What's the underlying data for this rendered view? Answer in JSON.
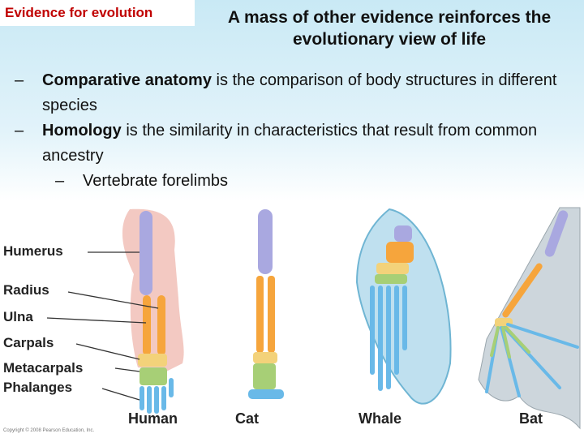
{
  "slide": {
    "tag": "Evidence for evolution",
    "title_line1": "A mass of other evidence reinforces the",
    "title_line2": "evolutionary view of life",
    "bullets": [
      {
        "dash": "–",
        "term": "Comparative anatomy",
        "text": " is the comparison of body structures in different species"
      },
      {
        "dash": "–",
        "term": "Homology",
        "text": " is the similarity in characteristics that result from common ancestry"
      }
    ],
    "subbullet": {
      "dash": "–",
      "text": "Vertebrate forelimbs"
    }
  },
  "figure": {
    "bone_labels": [
      "Humerus",
      "Radius",
      "Ulna",
      "Carpals",
      "Metacarpals",
      "Phalanges"
    ],
    "species": [
      "Human",
      "Cat",
      "Whale",
      "Bat"
    ],
    "copyright": "Copyright © 2008 Pearson Education, Inc.",
    "colors": {
      "humerus": "#a9a8e0",
      "radius_ulna": "#f6a53c",
      "carpals": "#f3d27a",
      "metacarpals": "#a7cf76",
      "phalanges": "#69b9e8",
      "skin": "#f3c9c2",
      "whale_skin": "#bfe0ef",
      "bat_skin": "#cdd6dc",
      "tag_text": "#c00000"
    }
  }
}
